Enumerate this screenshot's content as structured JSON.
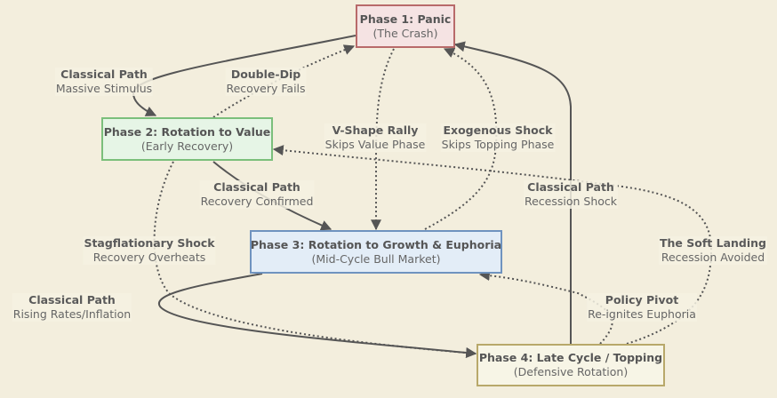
{
  "colors": {
    "background": "#f3eedd",
    "edge": "#555555",
    "phase1_fill": "#f5e3e3",
    "phase1_border": "#b86a6a",
    "phase2_fill": "#e6f5e6",
    "phase2_border": "#7bbf7b",
    "phase3_fill": "#e3edf7",
    "phase3_border": "#6f93bf",
    "phase4_fill": "#f7f5e6",
    "phase4_border": "#b8a86a"
  },
  "nodes": [
    {
      "id": "p1",
      "title": "Phase 1: Panic",
      "subtitle": "(The Crash)"
    },
    {
      "id": "p2",
      "title": "Phase 2: Rotation to Value",
      "subtitle": "(Early Recovery)"
    },
    {
      "id": "p3",
      "title": "Phase 3: Rotation to Growth & Euphoria",
      "subtitle": "(Mid-Cycle Bull Market)"
    },
    {
      "id": "p4",
      "title": "Phase 4: Late Cycle / Topping",
      "subtitle": "(Defensive Rotation)"
    }
  ],
  "edges": [
    {
      "from": "p1",
      "to": "p2",
      "style": "solid",
      "title": "Classical Path",
      "subtitle": "Massive Stimulus"
    },
    {
      "from": "p2",
      "to": "p1",
      "style": "dotted",
      "title": "Double-Dip",
      "subtitle": "Recovery Fails"
    },
    {
      "from": "p1",
      "to": "p3",
      "style": "dotted",
      "title": "V-Shape Rally",
      "subtitle": "Skips Value Phase"
    },
    {
      "from": "p3",
      "to": "p1",
      "style": "dotted",
      "title": "Exogenous Shock",
      "subtitle": "Skips Topping Phase"
    },
    {
      "from": "p2",
      "to": "p3",
      "style": "solid",
      "title": "Classical Path",
      "subtitle": "Recovery Confirmed"
    },
    {
      "from": "p4",
      "to": "p1",
      "style": "solid",
      "title": "Classical Path",
      "subtitle": "Recession Shock"
    },
    {
      "from": "p2",
      "to": "p4",
      "style": "dotted",
      "title": "Stagflationary Shock",
      "subtitle": "Recovery Overheats"
    },
    {
      "from": "p3",
      "to": "p4",
      "style": "solid",
      "title": "Classical Path",
      "subtitle": "Rising Rates/Inflation"
    },
    {
      "from": "p4",
      "to": "p2",
      "style": "dotted",
      "title": "The Soft Landing",
      "subtitle": "Recession Avoided"
    },
    {
      "from": "p4",
      "to": "p3",
      "style": "dotted",
      "title": "Policy Pivot",
      "subtitle": "Re-ignites Euphoria"
    }
  ]
}
